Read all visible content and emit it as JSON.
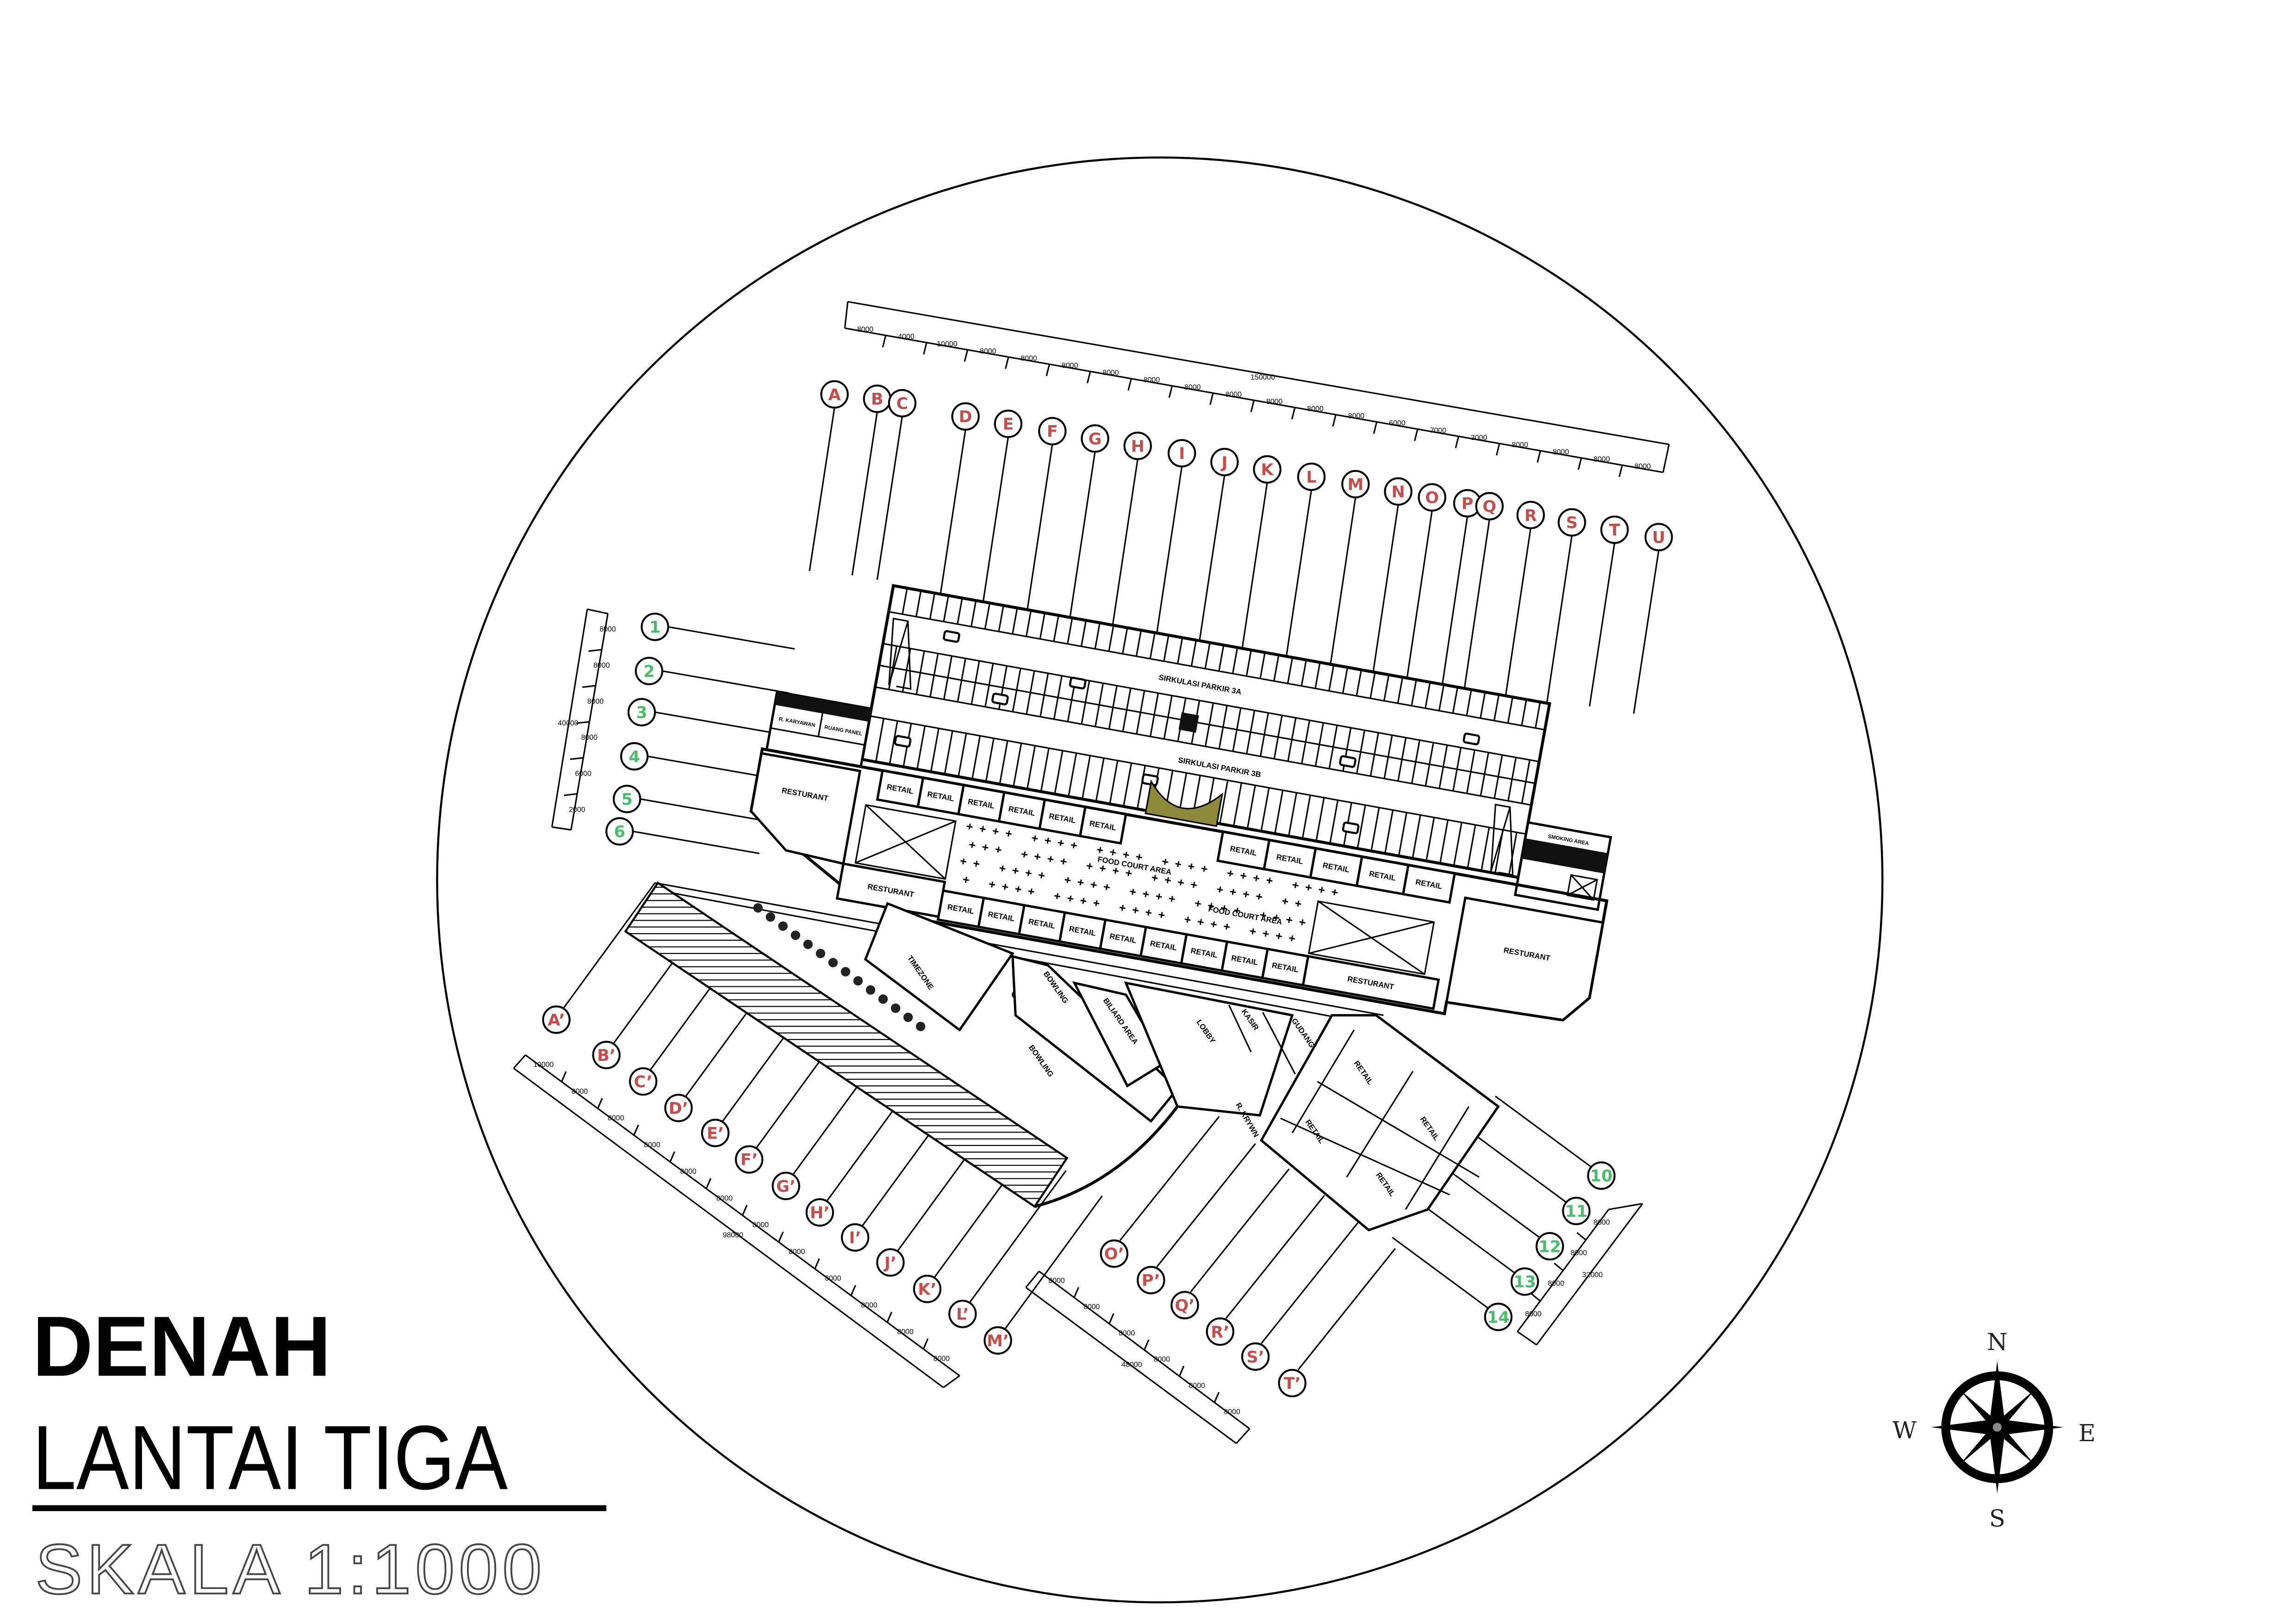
{
  "title": {
    "main": "DENAH",
    "floor": "LANTAI TIGA",
    "scale": "SKALA 1:1000"
  },
  "compass": {
    "n": "N",
    "e": "E",
    "s": "S",
    "w": "W"
  },
  "colors": {
    "grid_letter": "#c0504d",
    "grid_number": "#4cbb6c",
    "accent_olive": "#8c8a3a",
    "line": "#000000"
  },
  "grid": {
    "top": [
      "A",
      "B",
      "C",
      "D",
      "E",
      "F",
      "G",
      "H",
      "I",
      "J",
      "K",
      "L",
      "M",
      "N",
      "O",
      "P",
      "Q",
      "R",
      "S",
      "T",
      "U"
    ],
    "left": [
      "1",
      "2",
      "3",
      "4",
      "5",
      "6"
    ],
    "bottom_left": [
      "A’",
      "B’",
      "C’",
      "D’",
      "E’",
      "F’",
      "G’",
      "H’",
      "I’",
      "J’",
      "K’",
      "L’",
      "M’"
    ],
    "bottom_right": [
      "O’",
      "P’",
      "Q’",
      "R’",
      "S’",
      "T’"
    ],
    "right": [
      "10",
      "11",
      "12",
      "13",
      "14"
    ]
  },
  "dimensions": {
    "top": {
      "total": "150000",
      "segments": [
        "8000",
        "4000",
        "10000",
        "8000",
        "8000",
        "8000",
        "8000",
        "8000",
        "8000",
        "8000",
        "8000",
        "8000",
        "8000",
        "6000",
        "7000",
        "3000",
        "8000",
        "8000",
        "8000",
        "8000"
      ]
    },
    "left": {
      "total": "40000",
      "segments": [
        "8000",
        "8000",
        "8000",
        "8000",
        "6000",
        "2000"
      ]
    },
    "bottom_left": {
      "total": "98000",
      "segments": [
        "10000",
        "8000",
        "8000",
        "8000",
        "8000",
        "8000",
        "8000",
        "8000",
        "8000",
        "8000",
        "8000",
        "8000"
      ]
    },
    "bottom_right": {
      "total": "48000",
      "segments": [
        "8000",
        "8000",
        "8000",
        "8000",
        "8000",
        "8000"
      ]
    },
    "right": {
      "total": "32000",
      "segments": [
        "8000",
        "8000",
        "8000",
        "8000"
      ]
    }
  },
  "rooms": {
    "parking_3a": "SIRKULASI PARKIR 3A",
    "parking_3b": "SIRKULASI PARKIR 3B",
    "r_karyawan": "R. KARYAWAN",
    "ruang_panel": "RUANG PANEL",
    "smoking_area": "SMOKING AREA",
    "food_court": [
      "FOOD COURT AREA",
      "FOOD COURT AREA"
    ],
    "restaurants": [
      "RESTURANT",
      "RESTURANT",
      "RESTURANT",
      "RESTURANT"
    ],
    "retail_upper_left": [
      "RETAIL",
      "RETAIL",
      "RETAIL",
      "RETAIL",
      "RETAIL",
      "RETAIL"
    ],
    "retail_upper_right": [
      "RETAIL",
      "RETAIL",
      "RETAIL",
      "RETAIL",
      "RETAIL"
    ],
    "retail_lower": [
      "RETAIL",
      "RETAIL",
      "RETAIL",
      "RETAIL",
      "RETAIL",
      "RETAIL",
      "RETAIL",
      "RETAIL",
      "RETAIL"
    ],
    "retail_wing": [
      "RETAIL",
      "RETAIL",
      "RETAIL",
      "RETAIL"
    ],
    "timezone": "TIMEZONE",
    "bowling": [
      "BOWLING",
      "BOWLING"
    ],
    "biliard": "BILIARD AREA",
    "lobby": "LOBBY",
    "kasir": "KASIR",
    "gudang": "GUDANG",
    "r_krywn": "R. KRYWN"
  }
}
